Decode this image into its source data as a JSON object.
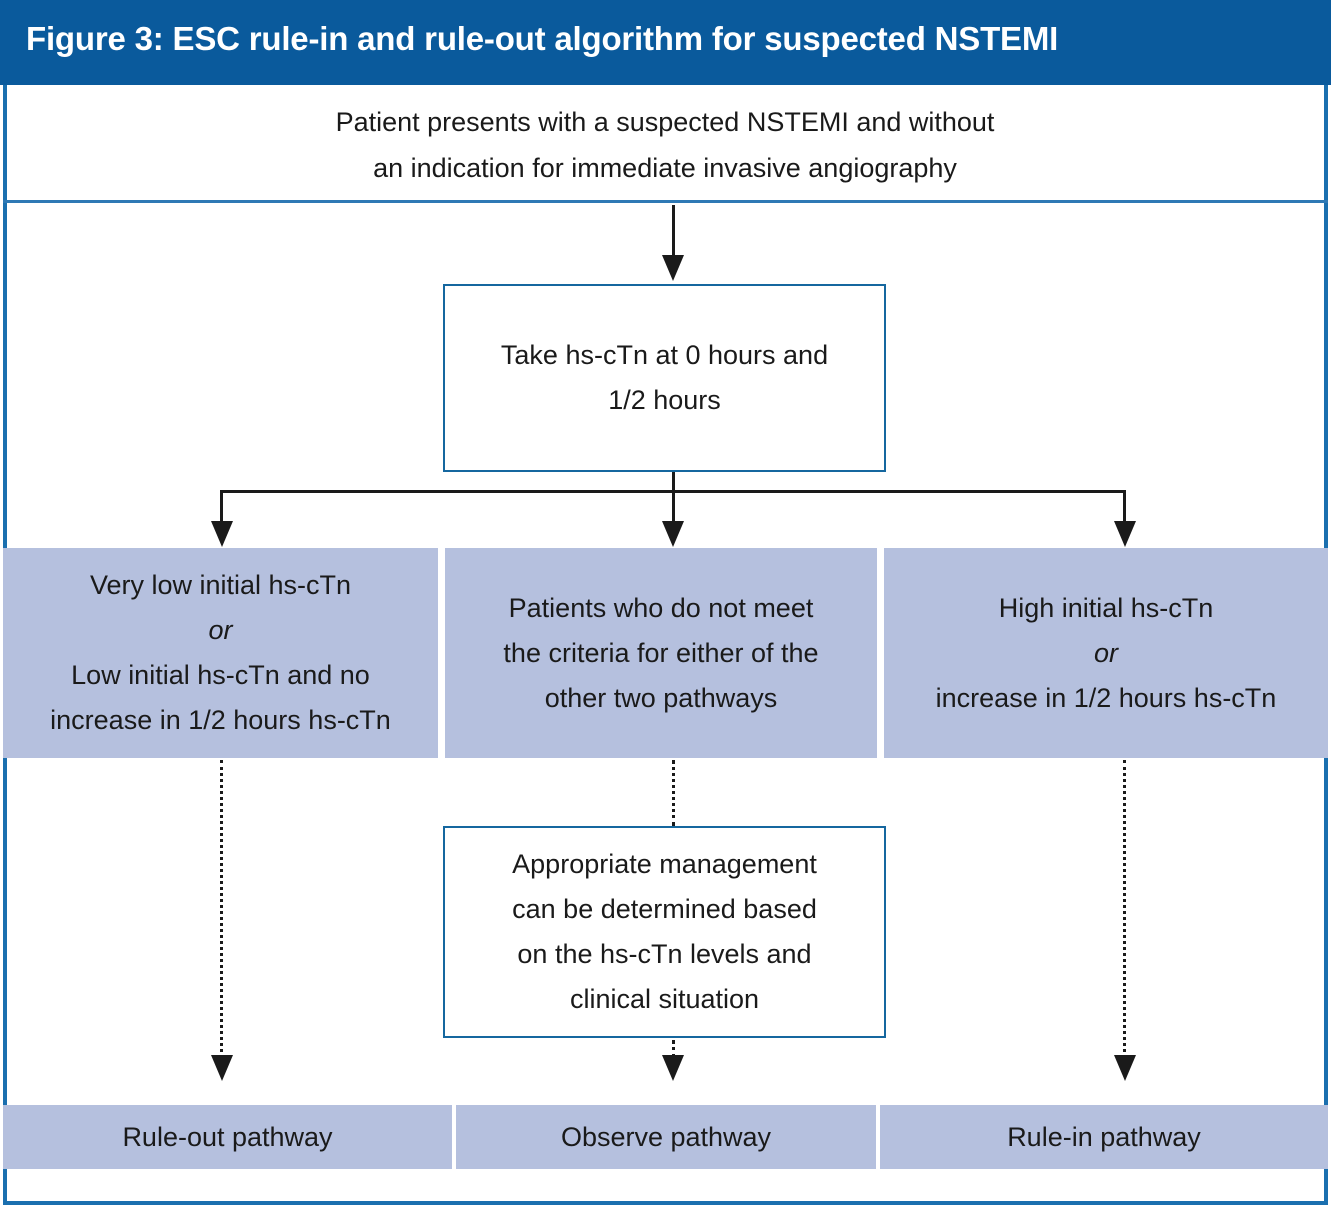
{
  "figure": {
    "title": "Figure 3: ESC rule-in and rule-out algorithm for suspected NSTEMI",
    "header_color": "#0A5A9C",
    "frame_color": "#1A6FAF",
    "box_border_color": "#15679F",
    "shaded_fill_color": "#B5C0DE",
    "line_color": "#1a1a1a"
  },
  "intro": {
    "line1": "Patient presents with a suspected NSTEMI and without",
    "line2": "an indication for immediate invasive angiography"
  },
  "test_box": {
    "line1": "Take hs-cTn at 0 hours and",
    "line2": "1/2 hours"
  },
  "branches": [
    {
      "id": "rule-out",
      "line1": "Very low initial hs-cTn",
      "connector": "or",
      "line2": "Low initial hs-cTn and no",
      "line3": "increase in 1/2 hours hs-cTn"
    },
    {
      "id": "observe",
      "line1": "Patients who do not meet",
      "line2": "the criteria for either of the",
      "line3": "other two pathways"
    },
    {
      "id": "rule-in",
      "line1": "High initial hs-cTn",
      "connector": "or",
      "line2": "increase in 1/2 hours hs-cTn"
    }
  ],
  "management_box": {
    "line1": "Appropriate management",
    "line2": "can be determined based",
    "line3": "on the hs-cTn levels and",
    "line4": "clinical situation"
  },
  "outcomes": [
    {
      "id": "rule-out-pathway",
      "label": "Rule-out pathway"
    },
    {
      "id": "observe-pathway",
      "label": "Observe pathway"
    },
    {
      "id": "rule-in-pathway",
      "label": "Rule-in pathway"
    }
  ]
}
